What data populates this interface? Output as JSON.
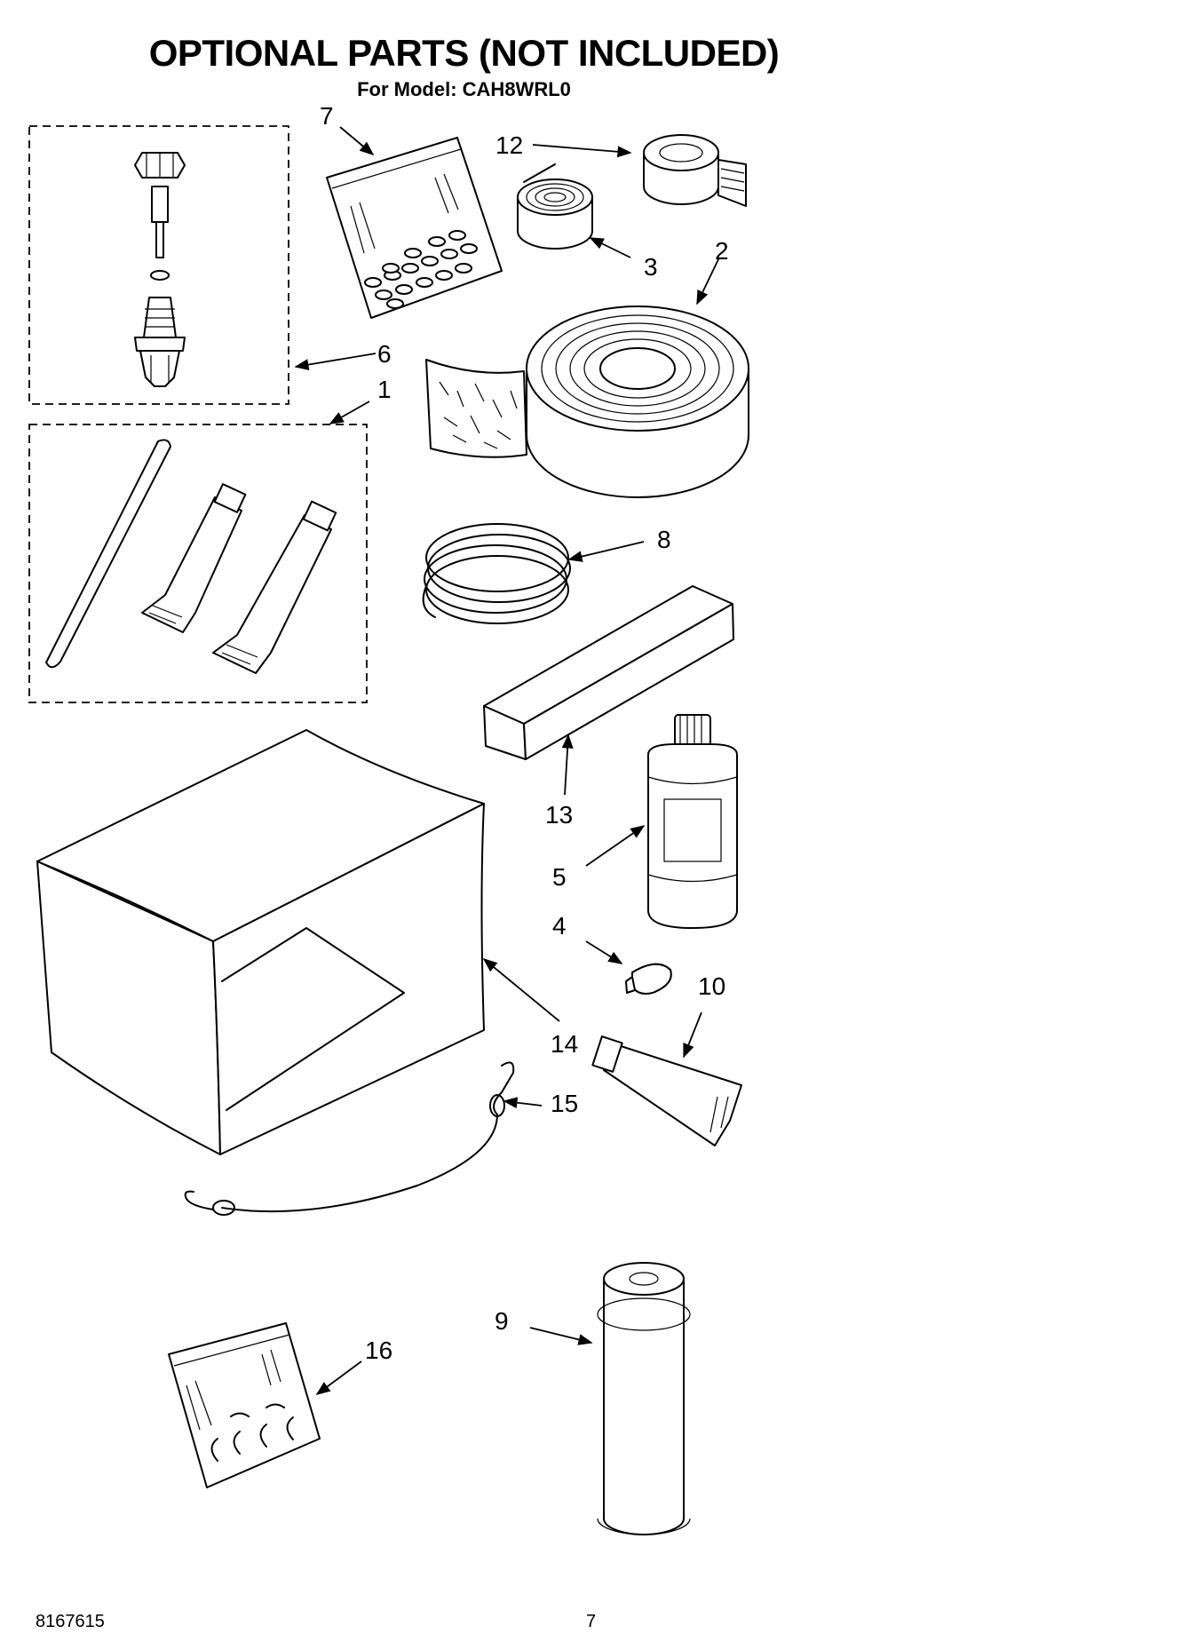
{
  "header": {
    "title": "OPTIONAL PARTS (NOT INCLUDED)",
    "model_line": "For Model: CAH8WRL0"
  },
  "callouts": {
    "c1": "1",
    "c2": "2",
    "c3": "3",
    "c4": "4",
    "c5": "5",
    "c6": "6",
    "c7": "7",
    "c8": "8",
    "c9": "9",
    "c10": "10",
    "c12": "12",
    "c13": "13",
    "c14": "14",
    "c15": "15",
    "c16": "16"
  },
  "footer": {
    "document_number": "8167615",
    "page_number": "7"
  },
  "colors": {
    "ink": "#000000",
    "paper": "#ffffff"
  }
}
